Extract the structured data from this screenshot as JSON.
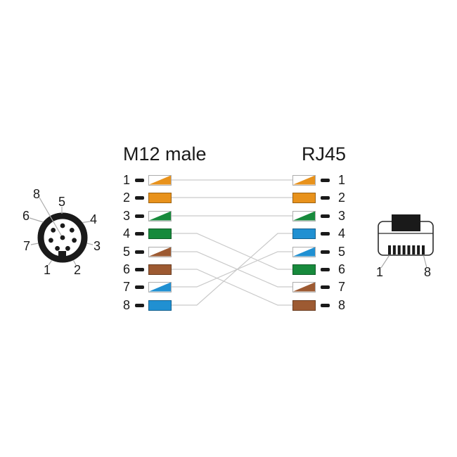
{
  "headers": {
    "left": "M12 male",
    "right": "RJ45"
  },
  "colors": {
    "orange": "#E8921C",
    "green": "#178A3C",
    "brown": "#9D5A32",
    "blue": "#2090D2",
    "white": "#FFFFFF",
    "wire_line": "#C9C9C9",
    "leader_line": "#ABABAB",
    "ink": "#1A1A1A"
  },
  "m12_face": {
    "labels": {
      "p1": "1",
      "p2": "2",
      "p3": "3",
      "p4": "4",
      "p5": "5",
      "p6": "6",
      "p7": "7",
      "p8": "8"
    }
  },
  "rj45_face": {
    "labels": {
      "first": "1",
      "last": "8"
    },
    "pin_count": 8
  },
  "wiring": {
    "left_pins": [
      {
        "label": "1",
        "color": "white-orange"
      },
      {
        "label": "2",
        "color": "orange"
      },
      {
        "label": "3",
        "color": "white-green"
      },
      {
        "label": "4",
        "color": "green"
      },
      {
        "label": "5",
        "color": "white-brown"
      },
      {
        "label": "6",
        "color": "brown"
      },
      {
        "label": "7",
        "color": "white-blue"
      },
      {
        "label": "8",
        "color": "blue"
      }
    ],
    "right_pins": [
      {
        "label": "1",
        "color": "white-orange"
      },
      {
        "label": "2",
        "color": "orange"
      },
      {
        "label": "3",
        "color": "white-green"
      },
      {
        "label": "4",
        "color": "blue"
      },
      {
        "label": "5",
        "color": "white-blue"
      },
      {
        "label": "6",
        "color": "green"
      },
      {
        "label": "7",
        "color": "white-brown"
      },
      {
        "label": "8",
        "color": "brown"
      }
    ],
    "connections": [
      [
        1,
        1
      ],
      [
        2,
        2
      ],
      [
        3,
        3
      ],
      [
        4,
        6
      ],
      [
        5,
        7
      ],
      [
        6,
        8
      ],
      [
        7,
        5
      ],
      [
        8,
        4
      ]
    ]
  }
}
